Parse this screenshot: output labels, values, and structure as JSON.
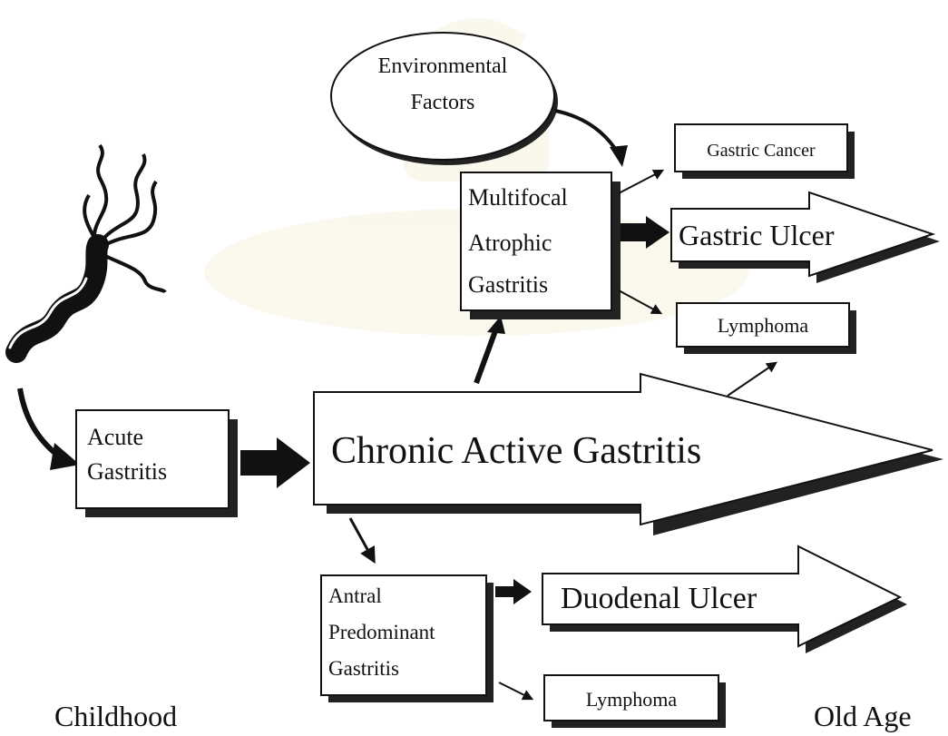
{
  "nodes": {
    "environmental": {
      "line1": "Environmental",
      "line2": "Factors"
    },
    "acute": {
      "line1": "Acute",
      "line2": "Gastritis"
    },
    "chronic": {
      "label": "Chronic Active Gastritis"
    },
    "multifocal": {
      "line1": "Multifocal",
      "line2": "Atrophic",
      "line3": "Gastritis"
    },
    "gastric_cancer": {
      "label": "Gastric Cancer"
    },
    "gastric_ulcer": {
      "label": "Gastric Ulcer"
    },
    "lymphoma_top": {
      "label": "Lymphoma"
    },
    "antral": {
      "line1": "Antral",
      "line2": "Predominant",
      "line3": "Gastritis"
    },
    "duodenal_ulcer": {
      "label": "Duodenal Ulcer"
    },
    "lymphoma_bottom": {
      "label": "Lymphoma"
    }
  },
  "timeline": {
    "start": "Childhood",
    "end": "Old Age"
  },
  "colors": {
    "ink": "#111111",
    "fill": "#ffffff",
    "shadow": "#222222"
  },
  "icons": [
    "helicobacter-pylori-bacterium-icon",
    "university-seal-watermark"
  ]
}
